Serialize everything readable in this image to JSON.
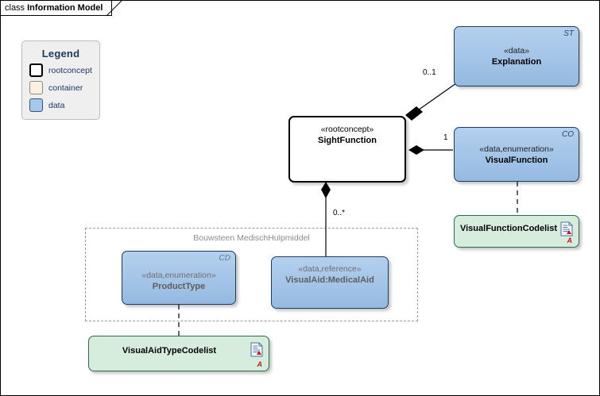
{
  "frame": {
    "keyword": "class",
    "title": "Information Model"
  },
  "legend": {
    "title": "Legend",
    "items": [
      {
        "label": "rootconcept",
        "swatch": "rootconcept-swatch",
        "color": "#ffffff",
        "border": "#000000"
      },
      {
        "label": "container",
        "swatch": "container-swatch",
        "color": "#fbefdd",
        "border": "#8a8a8a"
      },
      {
        "label": "data",
        "swatch": "data-swatch",
        "color": "#a8c8ea",
        "border": "#33558d"
      }
    ]
  },
  "container": {
    "label": "Bouwsteen MedischHulpmiddel"
  },
  "nodes": {
    "sightfunction": {
      "stereotype": "«rootconcept»",
      "name": "SightFunction",
      "corner": ""
    },
    "explanation": {
      "stereotype": "«data»",
      "name": "Explanation",
      "corner": "ST"
    },
    "visualfunction": {
      "stereotype": "«data,enumeration»",
      "name": "VisualFunction",
      "corner": "CO"
    },
    "visualfunctioncodelist": {
      "name": "VisualFunctionCodelist",
      "marker": "A",
      "icon": "document-icon"
    },
    "producttype": {
      "stereotype": "«data,enumeration»",
      "name": "ProductType",
      "corner": "CD"
    },
    "visualaid": {
      "stereotype": "«data,reference»",
      "name": "VisualAid:MedicalAid",
      "corner": ""
    },
    "visualaidtypecodelist": {
      "name": "VisualAidTypeCodelist",
      "marker": "A",
      "icon": "document-icon"
    }
  },
  "connectors": {
    "explanation_mult": "0..1",
    "visualfunction_mult": "1",
    "visualaid_mult": "0..*"
  },
  "colors": {
    "data_fill": "#a4c5e7",
    "data_border": "#1d3c63",
    "codelist_fill": "#d6ecdd",
    "codelist_border": "#2f6b4b",
    "legend_bg": "#efefef",
    "container_border": "#9a9a9a",
    "marker_red": "#d01616"
  }
}
